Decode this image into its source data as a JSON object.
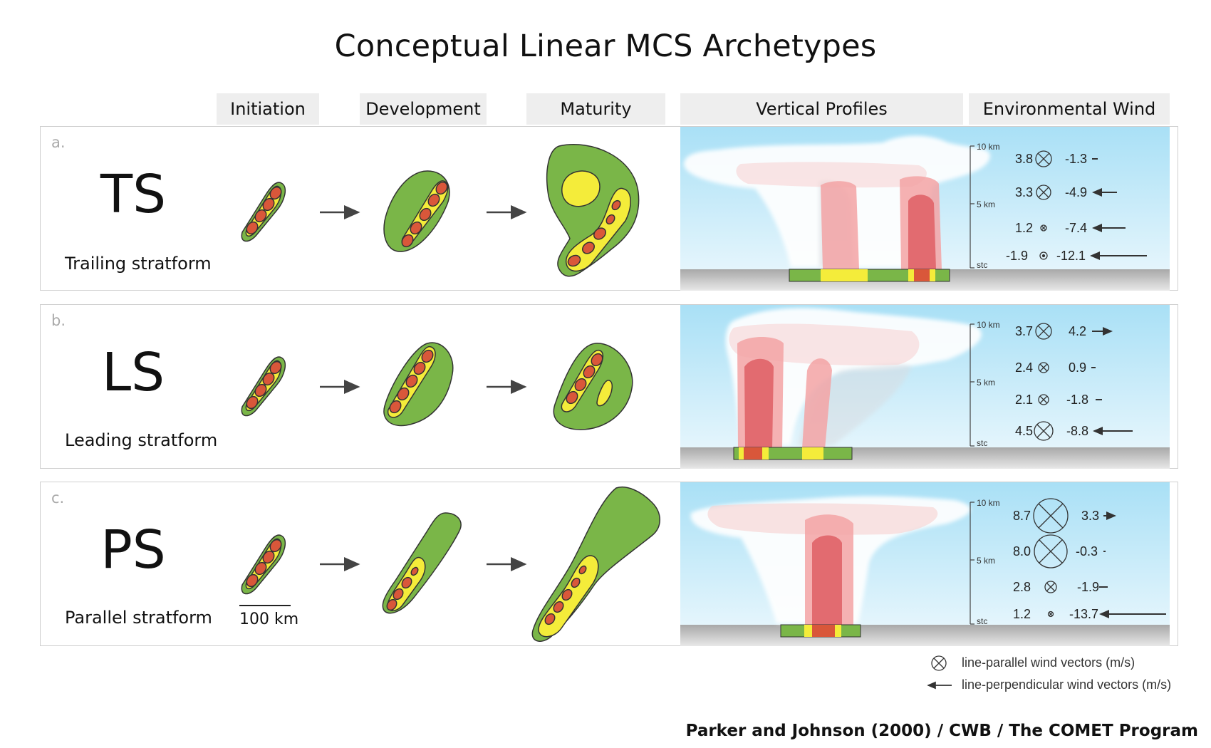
{
  "title": "Conceptual Linear MCS Archetypes",
  "columns": [
    "Initiation",
    "Development",
    "Maturity",
    "Vertical Profiles",
    "Environmental Wind"
  ],
  "panels": [
    {
      "label": "a.",
      "abbr": "TS",
      "name": "Trailing stratform",
      "wind": [
        {
          "par": "3.8",
          "perp": "-1.3"
        },
        {
          "par": "3.3",
          "perp": "-4.9"
        },
        {
          "par": "1.2",
          "perp": "-7.4"
        },
        {
          "par": "-1.9",
          "perp": "-12.1"
        }
      ]
    },
    {
      "label": "b.",
      "abbr": "LS",
      "name": "Leading stratform",
      "wind": [
        {
          "par": "3.7",
          "perp": "4.2"
        },
        {
          "par": "2.4",
          "perp": "0.9"
        },
        {
          "par": "2.1",
          "perp": "-1.8"
        },
        {
          "par": "4.5",
          "perp": "-8.8"
        }
      ]
    },
    {
      "label": "c.",
      "abbr": "PS",
      "name": "Parallel stratform",
      "wind": [
        {
          "par": "8.7",
          "perp": "3.3"
        },
        {
          "par": "8.0",
          "perp": "-0.3"
        },
        {
          "par": "2.8",
          "perp": "-1.9"
        },
        {
          "par": "1.2",
          "perp": "-13.7"
        }
      ]
    }
  ],
  "altitude_labels": [
    "10 km",
    "5 km",
    "stc"
  ],
  "scale_bar": "100 km",
  "legend": {
    "parallel": "line-parallel wind vectors (m/s)",
    "perpendicular": "line-perpendicular wind vectors (m/s)"
  },
  "credit": "Parker and Johnson (2000) / CWB / The COMET Program",
  "colors": {
    "stratiform": "#7ab648",
    "convective": "#f4ec3a",
    "core": "#d9573a",
    "sky": "#bde6f7",
    "ground": "#b8b8b8"
  }
}
